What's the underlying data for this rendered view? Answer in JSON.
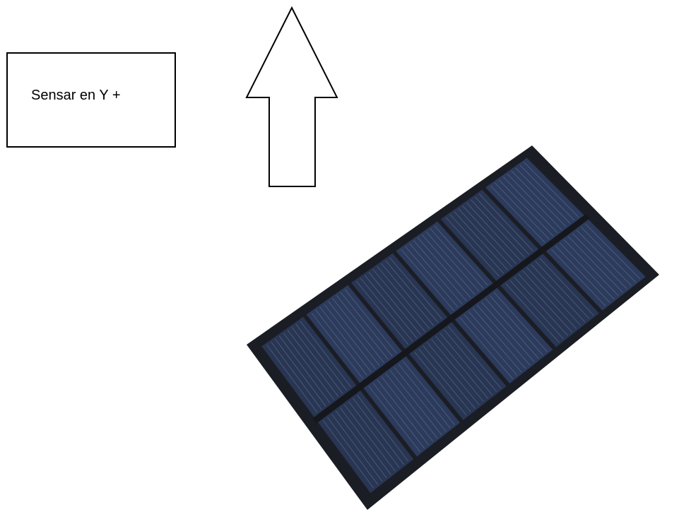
{
  "label": {
    "text": "Sensar en Y +"
  },
  "arrow": {
    "direction": "up"
  },
  "panel": {
    "description_icon": "solar-panel",
    "grid": {
      "rows": 2,
      "cells_per_row": 6,
      "finger_lines_per_cell": 9
    }
  },
  "colors": {
    "background": "#ffffff",
    "stroke": "#000000",
    "panel_frame": "#1b1d24",
    "panel_cell": "#283653",
    "panel_cell_alt": "#2c3b5c",
    "panel_finger": "#7f8ea8",
    "panel_bus": "#15171c"
  }
}
